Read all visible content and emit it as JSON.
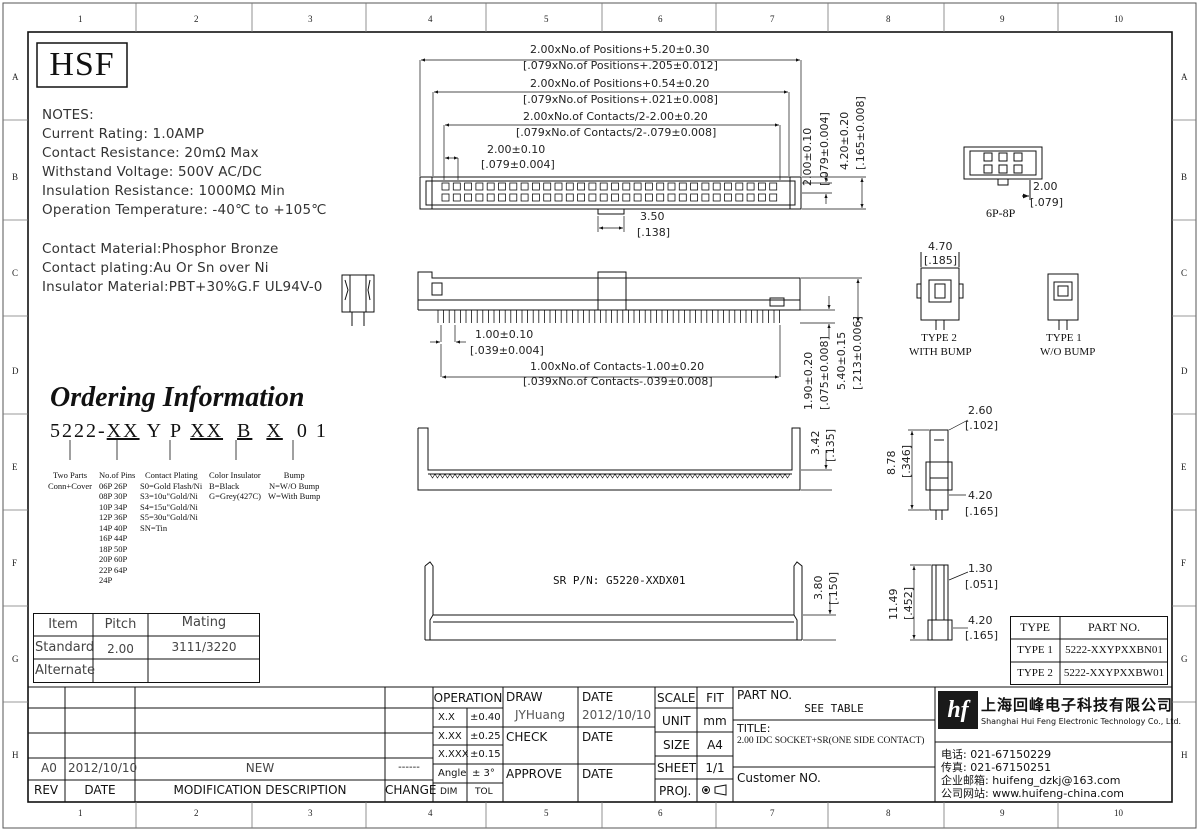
{
  "border": {
    "col_numbers": [
      "1",
      "2",
      "3",
      "4",
      "5",
      "6",
      "7",
      "8",
      "9",
      "10"
    ],
    "row_letters": [
      "A",
      "B",
      "C",
      "D",
      "E",
      "F",
      "G",
      "H"
    ]
  },
  "logo": {
    "text": "HSF"
  },
  "notes": {
    "heading": "NOTES:",
    "lines": [
      "Current Rating: 1.0AMP",
      "Contact Resistance: 20mΩ Max",
      "Withstand Voltage: 500V AC/DC",
      "Insulation Resistance: 1000MΩ Min",
      "Operation Temperature: -40℃ to +105℃"
    ],
    "material_lines": [
      "Contact Material:Phosphor Bronze",
      "Contact plating:Au Or Sn over Ni",
      "Insulator Material:PBT+30%G.F UL94V-0"
    ]
  },
  "ordering": {
    "title": "Ordering Information",
    "code": [
      "5222-",
      "XX",
      "Y",
      "P",
      "XX",
      "B",
      "X",
      "0",
      "1"
    ],
    "two_parts": [
      "Two Parts",
      "Conn+Cover"
    ],
    "pins_header": "No.of Pins",
    "pins": [
      "06P 26P",
      "08P 30P",
      "10P 34P",
      "12P 36P",
      "14P 40P",
      "16P 44P",
      "18P 50P",
      "20P 60P",
      "22P 64P",
      "24P"
    ],
    "plating_header": "Contact Plating",
    "plating": [
      "S0=Gold Flash/Ni",
      "S3=10u\"Gold/Ni",
      "S4=15u\"Gold/Ni",
      "S5=30u\"Gold/Ni",
      "SN=Tin"
    ],
    "color_header": "Color Insulator",
    "color": [
      "B=Black",
      "G=Grey(427C)"
    ],
    "bump_header": "Bump",
    "bump": [
      "N=W/O Bump",
      "W=With Bump"
    ]
  },
  "pitch_table": {
    "headers": [
      "Item",
      "Pitch",
      "Mating"
    ],
    "rows": [
      [
        "Standard",
        "2.00",
        "3111/3220"
      ],
      [
        "Alternate",
        "",
        ""
      ]
    ]
  },
  "dims": {
    "top1": "2.00xNo.of Positions+5.20±0.30",
    "top1b": "[.079xNo.of Positions+.205±0.012]",
    "top2": "2.00xNo.of Positions+0.54±0.20",
    "top2b": "[.079xNo.of Positions+.021±0.008]",
    "top3": "2.00xNo.of Contacts/2-2.00±0.20",
    "top3b": "[.079xNo.of Contacts/2-.079±0.008]",
    "pitch": "2.00±0.10",
    "pitchb": "[.079±0.004]",
    "key": "3.50",
    "keyb": "[.138]",
    "row_a": "2.00±0.10",
    "row_ab": "[.079±0.004]",
    "row_b": "4.20±0.20",
    "row_bb": "[.165±0.008]",
    "side_pitch": "1.00±0.10",
    "side_pitchb": "[.039±0.004]",
    "side_len": "1.00xNo.of Contacts-1.00±0.20",
    "side_lenb": "[.039xNo.of Contacts-.039±0.008]",
    "h1": "1.90±0.20",
    "h1b": "[.075±0.008]",
    "h2": "5.40±0.15",
    "h2b": "[.213±0.006]",
    "front_h": "3.42",
    "front_hb": "[.135]",
    "sr_label": "SR P/N: G5220-XXDX01",
    "sr_h": "3.80",
    "sr_hb": "[.150]",
    "small_6p8p": "6P-8P",
    "small_w": "2.00",
    "small_wb": "[.079]",
    "t2_w": "4.70",
    "t2_wb": "[.185]",
    "type2": "TYPE 2",
    "type2b": "WITH BUMP",
    "type1": "TYPE 1",
    "type1b": "W/O BUMP",
    "end_w": "2.60",
    "end_wb": "[.102]",
    "end_h": "8.78",
    "end_hb": "[.346]",
    "end_d": "4.20",
    "end_db": "[.165]",
    "sr_end_w": "1.30",
    "sr_end_wb": "[.051]",
    "sr_end_h": "11.49",
    "sr_end_hb": "[.452]",
    "sr_end_d": "4.20",
    "sr_end_db": "[.165]"
  },
  "type_table": {
    "headers": [
      "TYPE",
      "PART NO."
    ],
    "rows": [
      [
        "TYPE 1",
        "5222-XXYPXXBN01"
      ],
      [
        "TYPE 2",
        "5222-XXYPXXBW01"
      ]
    ]
  },
  "title_block": {
    "rev_header": "REV",
    "date_header": "DATE",
    "mod_header": "MODIFICATION DESCRIPTION",
    "change_header": "CHANGE",
    "rev_a0": "A0",
    "rev_a0_date": "2012/10/10",
    "rev_a0_desc": "NEW",
    "rev_a0_change": "------",
    "operation": "OPERATION",
    "tol_rows": [
      [
        "X.X",
        "±0.40"
      ],
      [
        "X.XX",
        "±0.25"
      ],
      [
        "X.XXX",
        "±0.15"
      ],
      [
        "Angle",
        "± 3°"
      ]
    ],
    "dim": "DIM",
    "tol": "TOL",
    "draw": "DRAW",
    "drawer": "JYHuang",
    "check": "CHECK",
    "approve": "APPROVE",
    "date_lbl": "DATE",
    "draw_date": "2012/10/10",
    "scale": "SCALE",
    "fit": "FIT",
    "unit": "UNIT",
    "unit_val": "mm",
    "size": "SIZE",
    "size_val": "A4",
    "sheet": "SHEET",
    "sheet_val": "1/1",
    "proj": "PROJ.",
    "partno_lbl": "PART NO.",
    "partno_val": "SEE TABLE",
    "title_lbl": "TITLE:",
    "title_val": "2.00 IDC SOCKET+SR(ONE SIDE CONTACT)",
    "customer": "Customer NO.",
    "company_cn": "上海回峰电子科技有限公司",
    "company_en": "Shanghai Hui Feng Electronic Technology Co., Ltd.",
    "phone": "电话: 021-67150229",
    "fax": "传真: 021-67150251",
    "email": "企业邮箱: huifeng_dzkj@163.com",
    "web": "公司网站: www.huifeng-china.com"
  }
}
